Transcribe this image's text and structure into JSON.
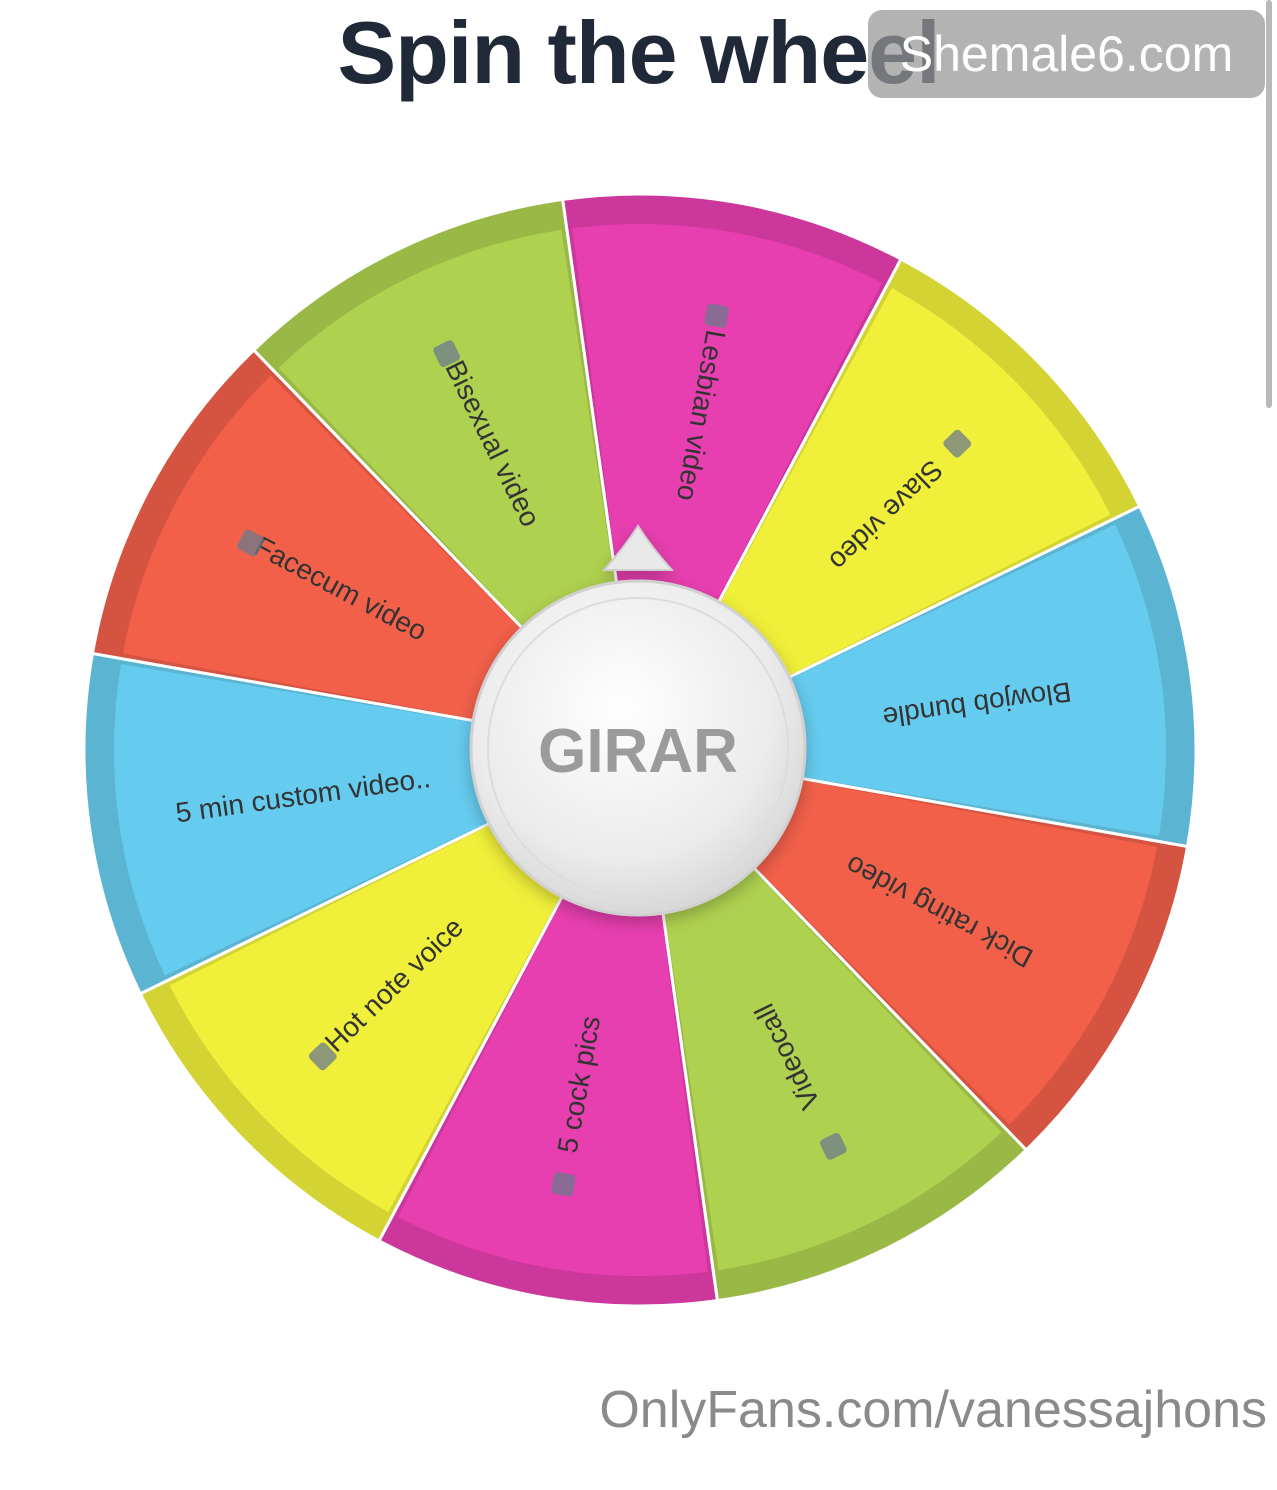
{
  "title": "Spin the wheel",
  "watermark_top": "Shemale6.com",
  "watermark_bottom": "OnlyFans.com/vanessajhons",
  "spin_button": {
    "label": "GIRAR"
  },
  "wheel": {
    "segments": [
      {
        "label": "Lesbian video",
        "color": "#e83fb0",
        "icon": "lesbian-emoji-icon"
      },
      {
        "label": "Slave video",
        "color": "#f0f03a",
        "icon": "slave-emoji-icon"
      },
      {
        "label": "Blowjob bundle",
        "color": "#66ccef",
        "icon": ""
      },
      {
        "label": "Dick rating video",
        "color": "#f2604a",
        "icon": ""
      },
      {
        "label": "Videocall",
        "color": "#afd150",
        "icon": "phone-camera-icon"
      },
      {
        "label": "5 cock pics",
        "color": "#e83fb0",
        "icon": "camera-icon"
      },
      {
        "label": "Hot note voice",
        "color": "#f0f03a",
        "icon": "microphone-icon"
      },
      {
        "label": "5 min custom video..",
        "color": "#66ccef",
        "icon": ""
      },
      {
        "label": "Facecum video",
        "color": "#f2604a",
        "icon": "drop-icon"
      },
      {
        "label": "Bisexual video",
        "color": "#afd150",
        "icon": "bisexual-emoji-icon"
      }
    ]
  }
}
